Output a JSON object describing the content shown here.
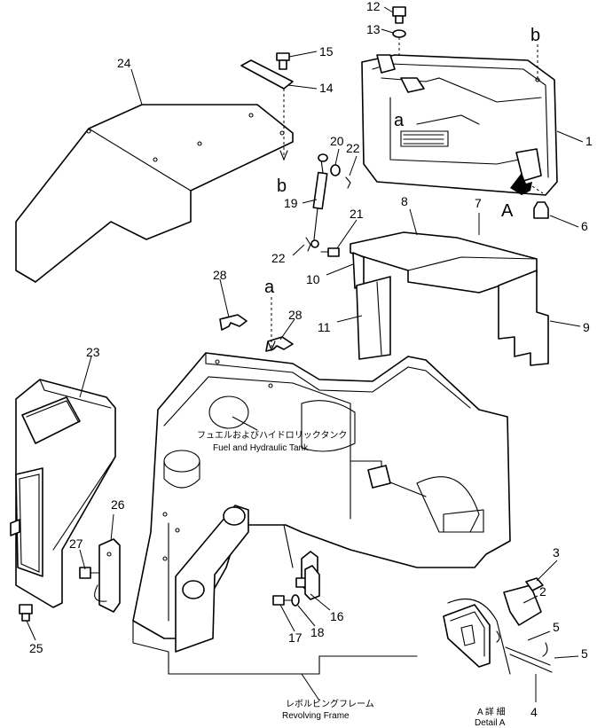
{
  "labels": {
    "c1": "1",
    "c2": "2",
    "c3": "3",
    "c4": "4",
    "c5a": "5",
    "c5b": "5",
    "c6": "6",
    "c7": "7",
    "c8": "8",
    "c9": "9",
    "c10": "10",
    "c11": "11",
    "c12": "12",
    "c13": "13",
    "c14": "14",
    "c15": "15",
    "c16": "16",
    "c17": "17",
    "c18": "18",
    "c19": "19",
    "c20": "20",
    "c21": "21",
    "c22a": "22",
    "c22b": "22",
    "c23": "23",
    "c24": "24",
    "c25": "25",
    "c26": "26",
    "c27": "27",
    "c28a": "28",
    "c28b": "28"
  },
  "letters": {
    "a_top": "a",
    "a_mid": "a",
    "b_top": "b",
    "b_mid": "b",
    "A_arrow": "A"
  },
  "captions": {
    "tank_jp": "フュエルおよびハイドロリックタンク",
    "tank_en": "Fuel and Hydraulic Tank",
    "frame_jp": "レボルビングフレーム",
    "frame_en": "Revolving Frame",
    "detail_jp": "A 詳 細",
    "detail_en": "Detail A"
  }
}
